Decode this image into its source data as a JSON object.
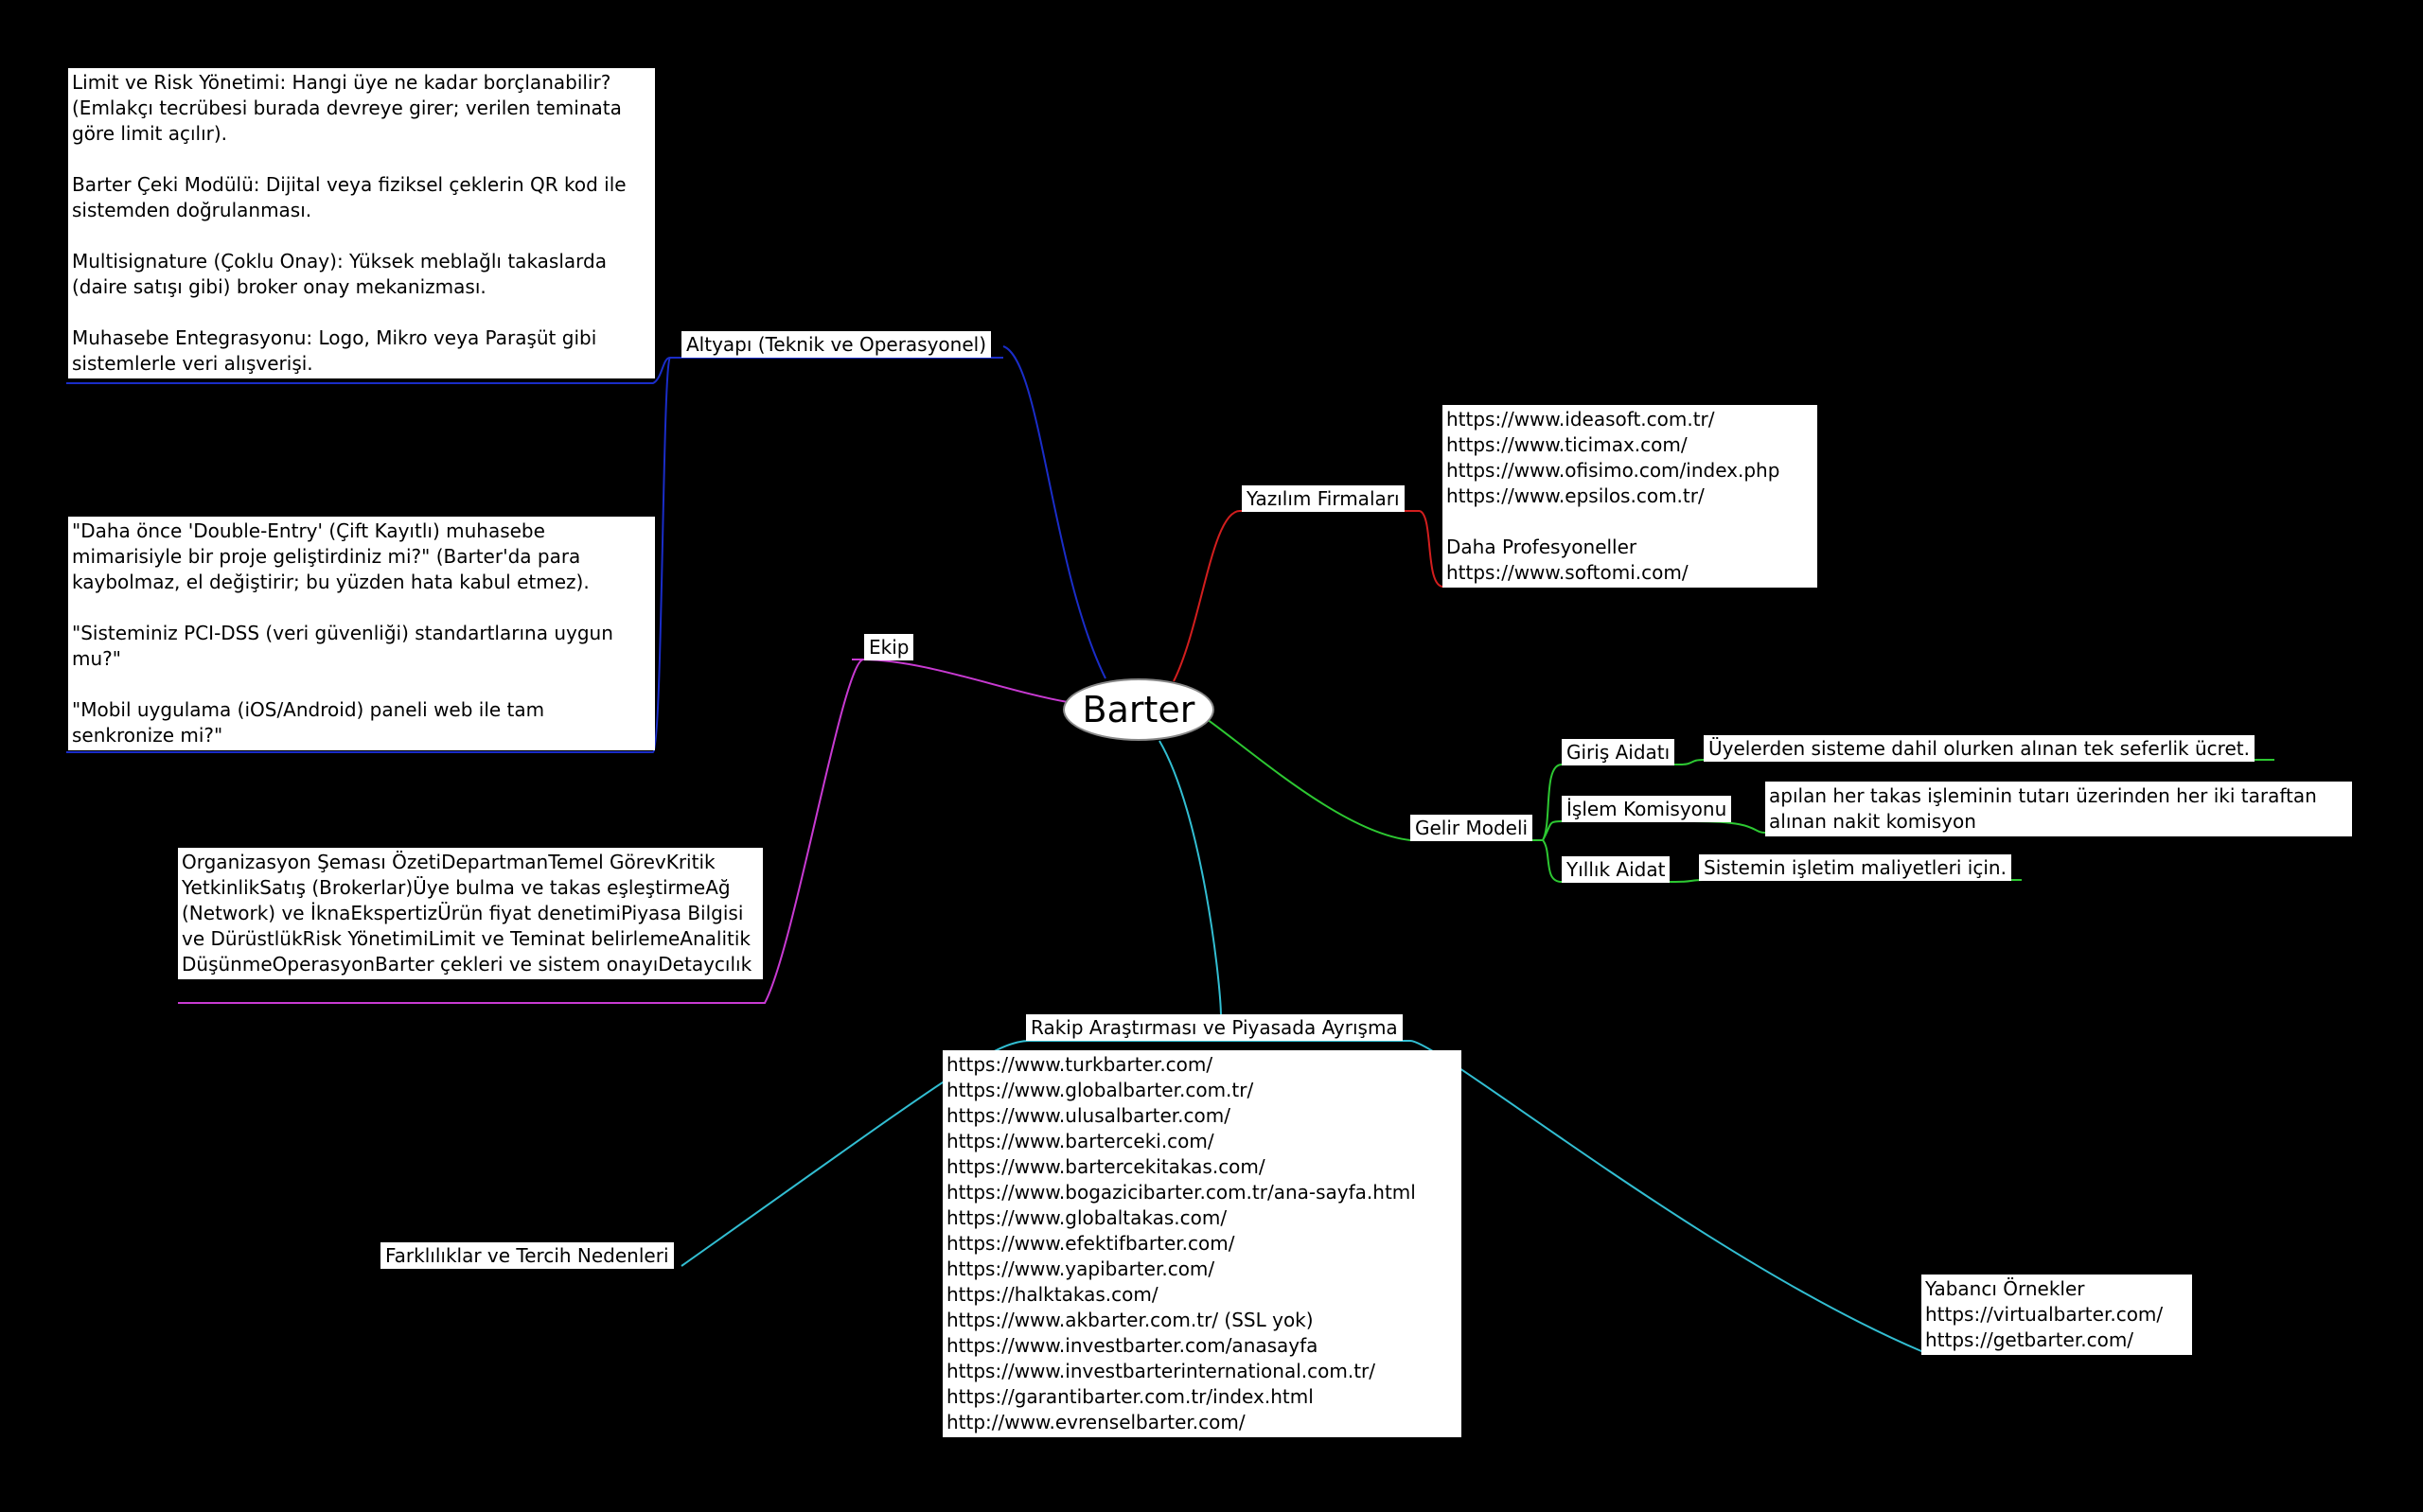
{
  "root": {
    "label": "Barter"
  },
  "branches": {
    "altyapi": {
      "label": "Altyapı (Teknik ve Operasyonel)",
      "color": "#1a2dc8",
      "note1": "Limit ve Risk Yönetimi: Hangi üye ne kadar borçlanabilir? (Emlakçı tecrübesi burada devreye girer; verilen teminata göre limit açılır).\n\nBarter Çeki Modülü: Dijital veya fiziksel çeklerin QR kod ile sistemden doğrulanması.\n\nMultisignature (Çoklu Onay): Yüksek meblağlı takaslarda (daire satışı gibi) broker onay mekanizması.\n\nMuhasebe Entegrasyonu: Logo, Mikro veya Paraşüt gibi sistemlerle veri alışverişi.",
      "note2": "\"Daha önce 'Double-Entry' (Çift Kayıtlı) muhasebe mimarisiyle bir proje geliştirdiniz mi?\" (Barter'da para kaybolmaz, el değiştirir; bu yüzden hata kabul etmez).\n\n\"Sisteminiz PCI-DSS (veri güvenliği) standartlarına uygun mu?\"\n\n\"Mobil uygulama (iOS/Android) paneli web ile tam senkronize mi?\""
    },
    "ekip": {
      "label": "Ekip",
      "color": "#c83ad2",
      "note": "Organizasyon Şeması ÖzetiDepartmanTemel GörevKritik YetkinlikSatış (Brokerlar)Üye bulma ve takas eşleştirmeAğ (Network) ve İknaEkspertizÜrün fiyat denetimiPiyasa Bilgisi ve DürüstlükRisk YönetimiLimit ve Teminat belirlemeAnalitik DüşünmeOperasyonBarter çekleri ve sistem onayıDetaycılık"
    },
    "yazilim": {
      "label": "Yazılım Firmaları",
      "color": "#d21e1e",
      "note": "https://www.ideasoft.com.tr/\nhttps://www.ticimax.com/\nhttps://www.ofisimo.com/index.php\nhttps://www.epsilos.com.tr/\n\nDaha Profesyoneller\nhttps://www.softomi.com/"
    },
    "gelir": {
      "label": "Gelir Modeli",
      "color": "#2dc832",
      "items": [
        {
          "label": "Giriş Aidatı",
          "note": "Üyelerden sisteme dahil olurken alınan tek seferlik ücret."
        },
        {
          "label": "İşlem Komisyonu",
          "note": "apılan her takas işleminin tutarı üzerinden her iki taraftan alınan nakit komisyon"
        },
        {
          "label": "Yıllık Aidat",
          "note": "Sistemin işletim maliyetleri için."
        }
      ]
    },
    "rakip": {
      "label": "Rakip Araştırması ve Piyasada Ayrışma",
      "color": "#32bed2",
      "links": "https://www.turkbarter.com/\nhttps://www.globalbarter.com.tr/\nhttps://www.ulusalbarter.com/\nhttps://www.barterceki.com/\nhttps://www.bartercekitakas.com/\nhttps://www.bogazicibarter.com.tr/ana-sayfa.html\nhttps://www.globaltakas.com/\nhttps://www.efektifbarter.com/\nhttps://www.yapibarter.com/\nhttps://halktakas.com/\nhttps://www.akbarter.com.tr/ (SSL yok)\nhttps://www.investbarter.com/anasayfa\nhttps://www.investbarterinternational.com.tr/\nhttps://garantibarter.com.tr/index.html\nhttp://www.evrenselbarter.com/",
      "farklar": "Farklılıklar ve Tercih Nedenleri",
      "yabanci": "Yabancı Örnekler\nhttps://virtualbarter.com/\nhttps://getbarter.com/"
    }
  }
}
